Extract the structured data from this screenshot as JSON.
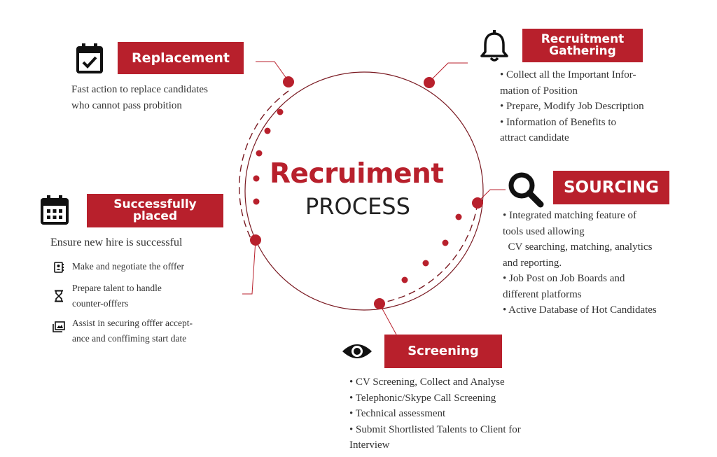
{
  "center": {
    "title": "Recruiment",
    "subtitle": "PROCESS"
  },
  "replacement": {
    "label": "Replacement",
    "icon": "calendar-check-icon",
    "lines": [
      "Fast action to replace candidates",
      "who cannot pass probition"
    ]
  },
  "gathering": {
    "label_line1": "Recruitment",
    "label_line2": "Gathering",
    "icon": "bell-icon",
    "lines": [
      "• Collect all the Important Infor-",
      "mation of Position",
      "• Prepare, Modify Job Description",
      "• Information of Benefits to",
      "attract candidate"
    ]
  },
  "sourcing": {
    "label": "SOURCING",
    "icon": "search-icon",
    "lines": [
      "• Integrated matching feature of",
      "tools used allowing",
      "  CV searching, matching, analytics",
      "and reporting.",
      "• Job Post on Job Boards and",
      "different platforms",
      "• Active Database of Hot Candidates"
    ]
  },
  "screening": {
    "label": "Screening",
    "icon": "eye-icon",
    "lines": [
      "• CV Screening, Collect and Analyse",
      "• Telephonic/Skype Call Screening",
      "• Technical assessment",
      "• Submit Shortlisted Talents to Client for",
      "Interview"
    ]
  },
  "placed": {
    "label_line1": "Successfully",
    "label_line2": "placed",
    "icon": "calendar-grid-icon",
    "intro": "Ensure new hire is successful",
    "items": [
      {
        "icon": "contact-book-icon",
        "lines": [
          "Make and negotiate the offfer"
        ]
      },
      {
        "icon": "hourglass-icon",
        "lines": [
          "Prepare talent to handle",
          "counter-offfers"
        ]
      },
      {
        "icon": "gallery-icon",
        "lines": [
          "Assist in securing offfer accept-",
          "ance and conffiming start date"
        ]
      }
    ]
  },
  "colors": {
    "accent": "#b8202c",
    "circle": "#7a1a22"
  }
}
